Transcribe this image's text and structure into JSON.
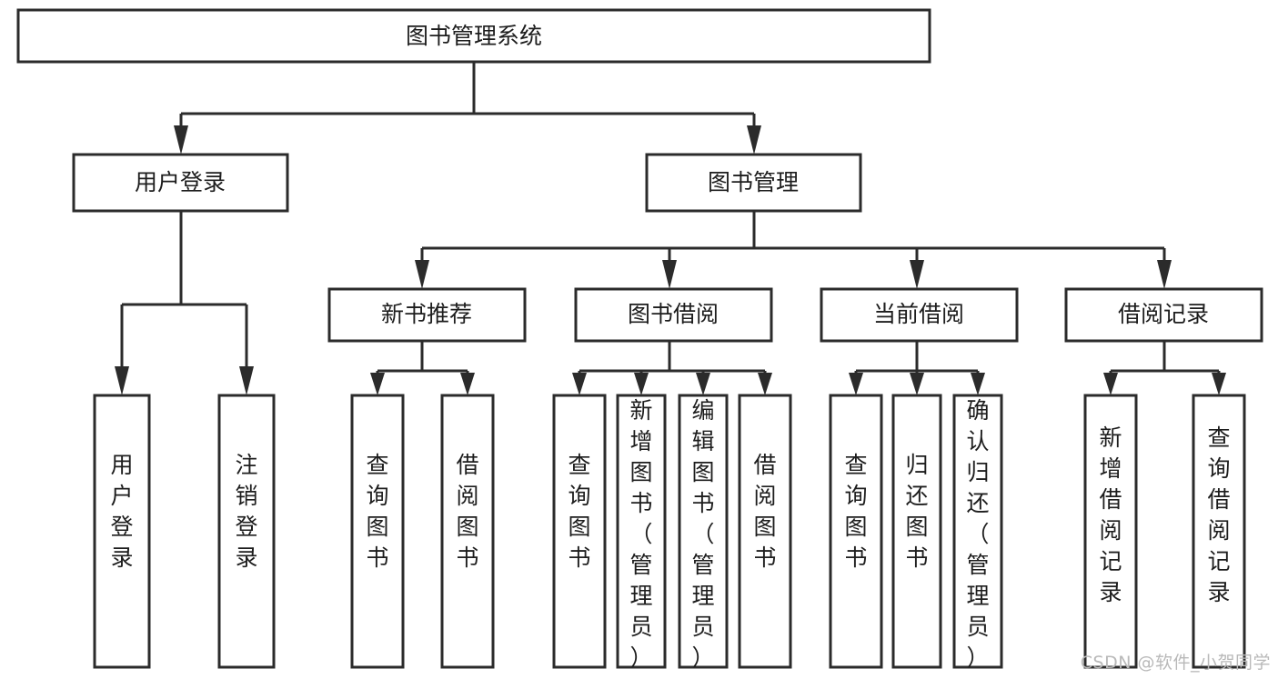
{
  "diagram": {
    "type": "tree-hierarchy-chart",
    "title": "图书管理系统",
    "orientation": "top-down",
    "colors": {
      "box_fill": "#ffffff",
      "box_stroke": "#2b2b2b",
      "text": "#1d1d1d",
      "background": "#ffffff",
      "watermark": "#b9b9b9"
    },
    "root": {
      "id": "root",
      "label": "图书管理系统",
      "text_orientation": "horizontal"
    },
    "level2": [
      {
        "id": "user-login",
        "label": "用户登录",
        "text_orientation": "horizontal"
      },
      {
        "id": "book-management",
        "label": "图书管理",
        "text_orientation": "horizontal"
      }
    ],
    "level3": [
      {
        "id": "new-book-recommend",
        "label": "新书推荐",
        "parent": "book-management",
        "text_orientation": "horizontal"
      },
      {
        "id": "book-borrow",
        "label": "图书借阅",
        "parent": "book-management",
        "text_orientation": "horizontal"
      },
      {
        "id": "current-borrow",
        "label": "当前借阅",
        "parent": "book-management",
        "text_orientation": "horizontal"
      },
      {
        "id": "borrow-record",
        "label": "借阅记录",
        "parent": "book-management",
        "text_orientation": "horizontal"
      }
    ],
    "leaves": [
      {
        "id": "leaf-user-login",
        "label": "用户登录",
        "parent": "user-login",
        "text_orientation": "vertical"
      },
      {
        "id": "leaf-user-logout",
        "label": "注销登录",
        "parent": "user-login",
        "text_orientation": "vertical"
      },
      {
        "id": "leaf-query-book-1",
        "label": "查询图书",
        "parent": "new-book-recommend",
        "text_orientation": "vertical"
      },
      {
        "id": "leaf-borrow-book-1",
        "label": "借阅图书",
        "parent": "new-book-recommend",
        "text_orientation": "vertical"
      },
      {
        "id": "leaf-query-book-2",
        "label": "查询图书",
        "parent": "book-borrow",
        "text_orientation": "vertical"
      },
      {
        "id": "leaf-add-book",
        "label": "新增图书（管理员）",
        "parent": "book-borrow",
        "text_orientation": "vertical"
      },
      {
        "id": "leaf-edit-book",
        "label": "编辑图书（管理员）",
        "parent": "book-borrow",
        "text_orientation": "vertical"
      },
      {
        "id": "leaf-borrow-book-2",
        "label": "借阅图书",
        "parent": "book-borrow",
        "text_orientation": "vertical"
      },
      {
        "id": "leaf-query-book-3",
        "label": "查询图书",
        "parent": "current-borrow",
        "text_orientation": "vertical"
      },
      {
        "id": "leaf-return-book",
        "label": "归还图书",
        "parent": "current-borrow",
        "text_orientation": "vertical"
      },
      {
        "id": "leaf-confirm-return",
        "label": "确认归还（管理员）",
        "parent": "current-borrow",
        "text_orientation": "vertical"
      },
      {
        "id": "leaf-add-record",
        "label": "新增借阅记录",
        "parent": "borrow-record",
        "text_orientation": "vertical"
      },
      {
        "id": "leaf-query-record",
        "label": "查询借阅记录",
        "parent": "borrow-record",
        "text_orientation": "vertical"
      }
    ]
  },
  "watermark": {
    "label": "CSDN @软件_小贺同学"
  }
}
